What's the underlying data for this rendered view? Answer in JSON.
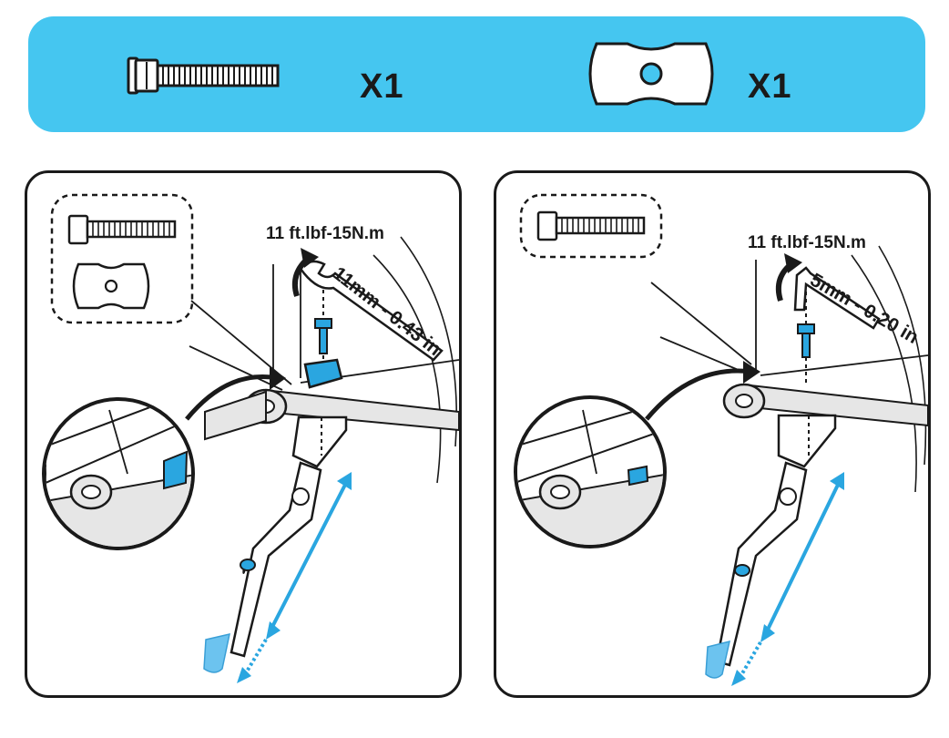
{
  "parts": [
    {
      "name": "flange-bolt",
      "quantity": "X1"
    },
    {
      "name": "clamp-plate",
      "quantity": "X1"
    }
  ],
  "steps": [
    {
      "torque": "11 ft.lbf-15N.m",
      "tool": "11mm - 0.43 in",
      "tool_icon": "wrench-icon"
    },
    {
      "torque": "11 ft.lbf-15N.m",
      "tool": "5mm - 0.20 in",
      "tool_icon": "hex-key-icon"
    }
  ],
  "colors": {
    "accent": "#45c6f0",
    "part_blue": "#2aa6e0",
    "outline": "#1a1a1a",
    "shade": "#e6e6e6"
  }
}
